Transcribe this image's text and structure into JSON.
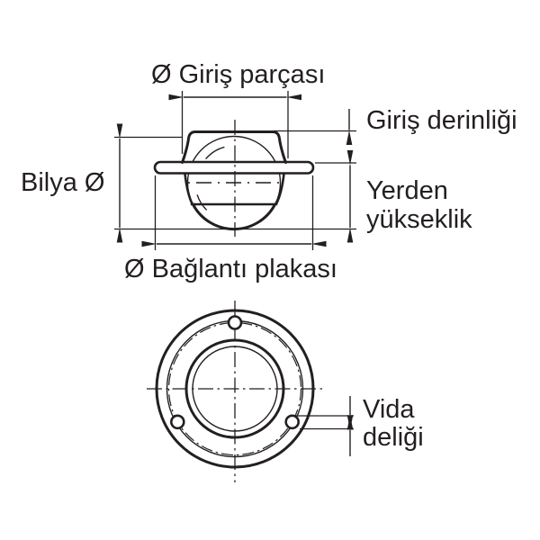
{
  "figure": {
    "type": "technical-drawing",
    "subject": "ball transfer unit with mounting flange, side view and bottom view",
    "side_view_labels": {
      "entry_diameter": "Ø Giriş parçası",
      "entry_depth": "Giriş derinliği",
      "ball_diameter": "Bilya Ø",
      "ground_height_line1": "Yerden",
      "ground_height_line2": "yükseklik",
      "plate_diameter": "Ø Bağlantı plakası"
    },
    "bottom_view_labels": {
      "screw_hole_line1": "Vida",
      "screw_hole_line2": "deliği"
    },
    "colors": {
      "ink": "#231f20",
      "background": "#ffffff"
    }
  }
}
